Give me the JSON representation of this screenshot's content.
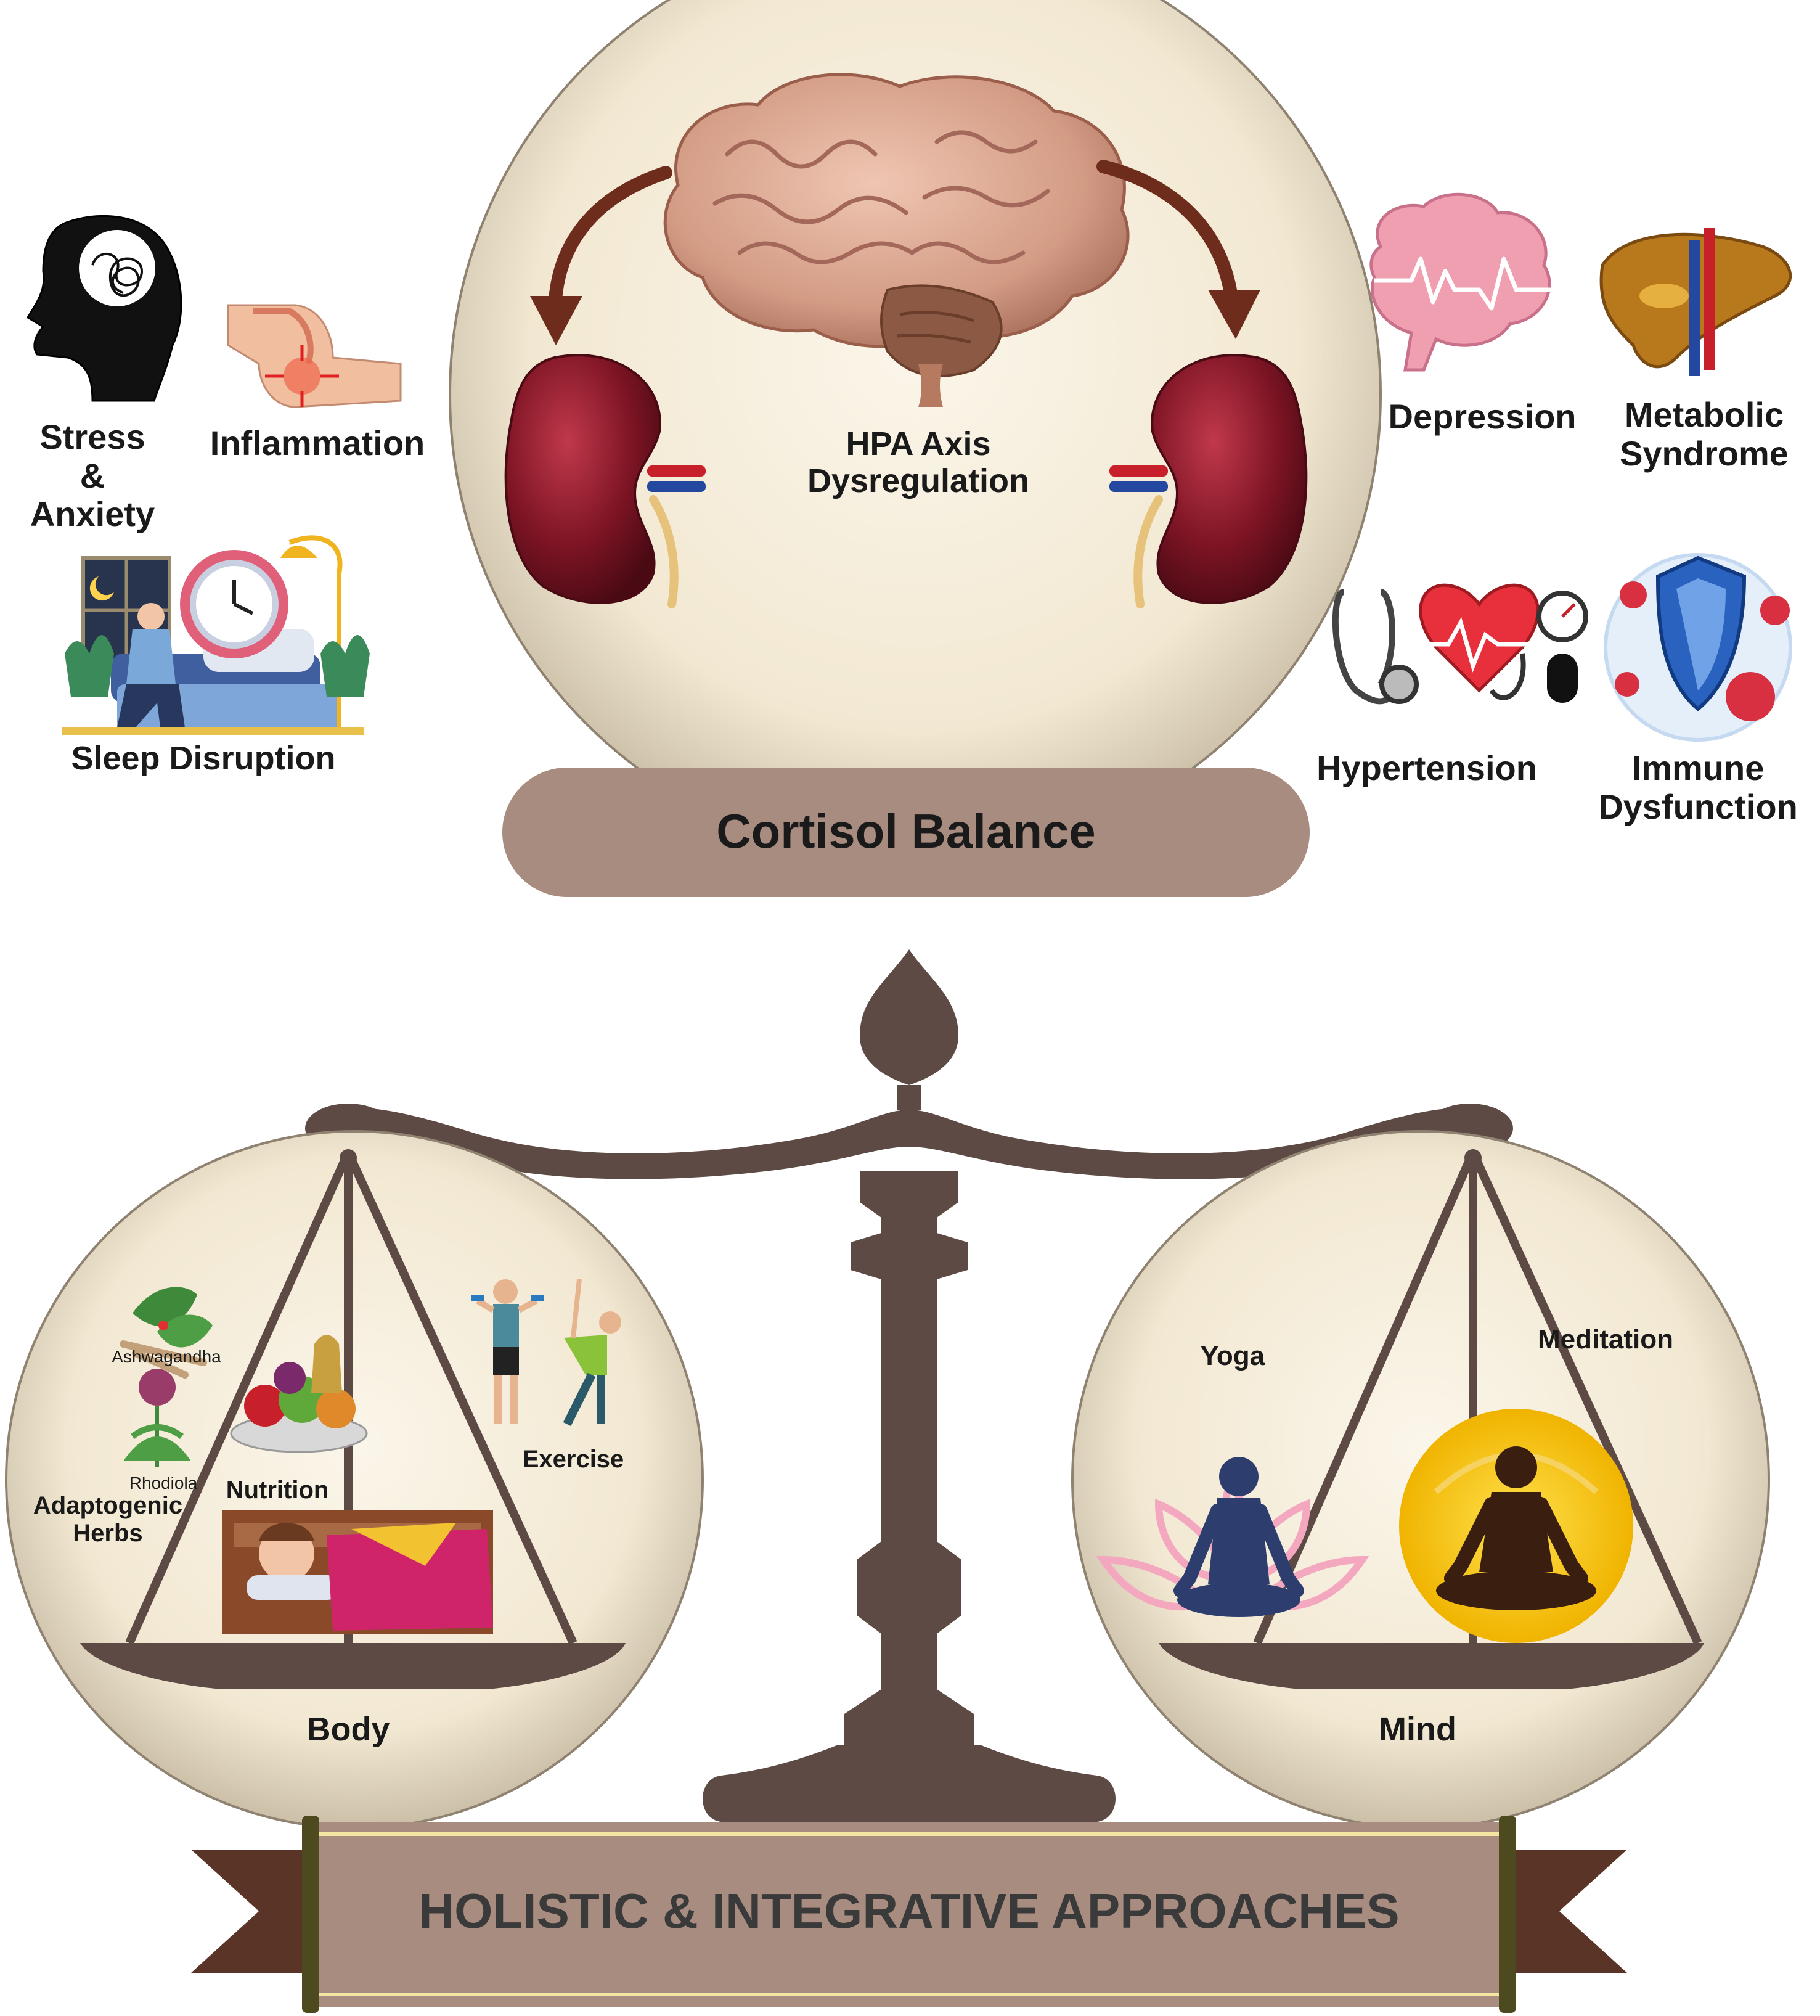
{
  "center": {
    "hpa_label_line1": "HPA Axis",
    "hpa_label_line2": "Dysregulation",
    "cortisol_banner": "Cortisol Balance"
  },
  "causes": {
    "stress_line1": "Stress",
    "stress_line2": "&",
    "stress_line3": "Anxiety",
    "inflammation": "Inflammation",
    "sleep": "Sleep Disruption"
  },
  "consequences": {
    "depression": "Depression",
    "metabolic_line1": "Metabolic",
    "metabolic_line2": "Syndrome",
    "hypertension": "Hypertension",
    "immune_line1": "Immune",
    "immune_line2": "Dysfunction"
  },
  "body_pan": {
    "title": "Body",
    "ashwagandha": "Ashwagandha",
    "rhodiola": "Rhodiola",
    "adaptogenic_line1": "Adaptogenic",
    "adaptogenic_line2": "Herbs",
    "nutrition": "Nutrition",
    "exercise": "Exercise"
  },
  "mind_pan": {
    "title": "Mind",
    "yoga": "Yoga",
    "meditation": "Meditation"
  },
  "footer_banner": "HOLISTIC & INTEGRATIVE APPROACHES",
  "colors": {
    "globe_fill": "#f4ecd8",
    "scale_brown": "#5e4a45",
    "banner_brown": "#a98c80",
    "arrow_brown": "#6e2c1c",
    "ribbon_dark": "#5a3426",
    "kidney_red": "#8a1a2a",
    "brain_pink": "#d9a58f"
  }
}
